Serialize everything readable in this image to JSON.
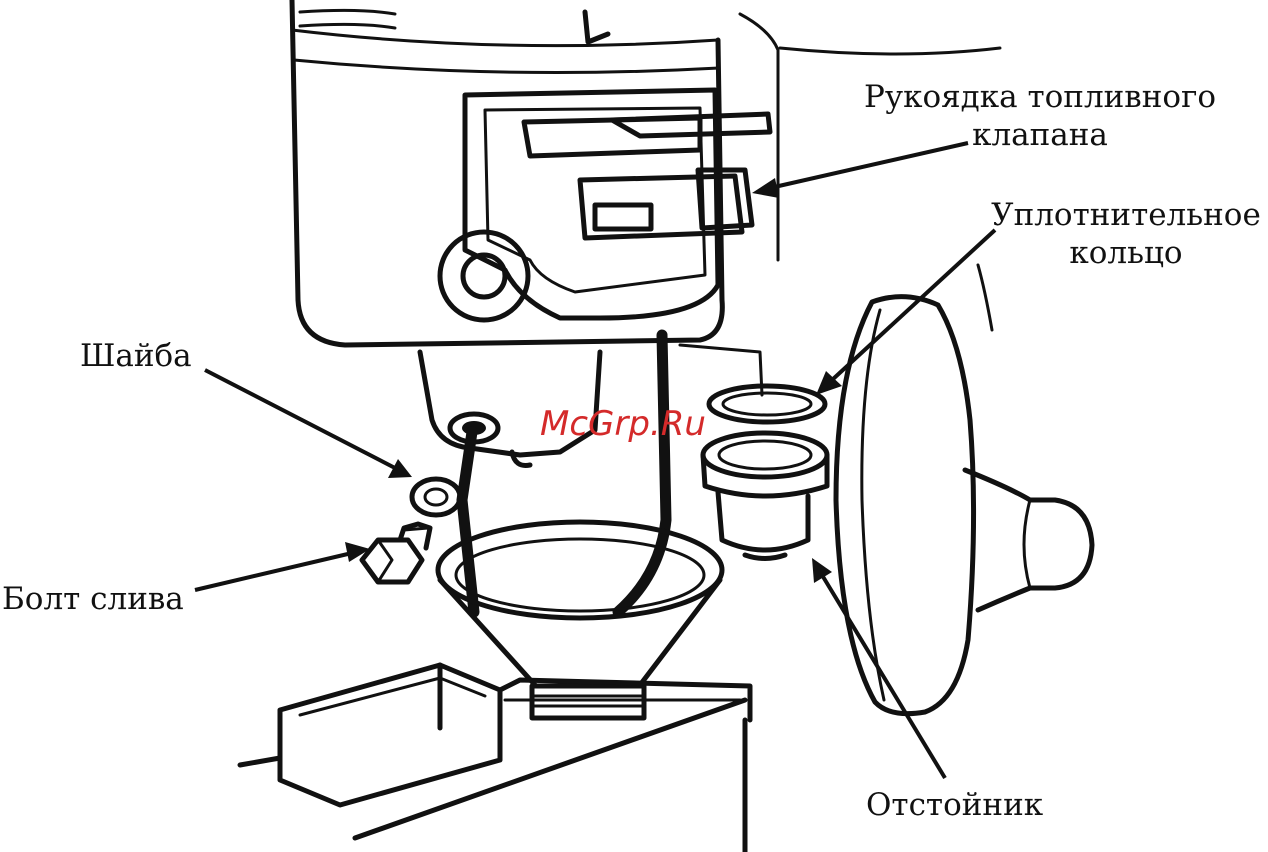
{
  "labels": {
    "fuel_valve_handle_line1": "Рукоядка топливного",
    "fuel_valve_handle_line2": "клапана",
    "sealing_ring_line1": "Уплотнительное",
    "sealing_ring_line2": "кольцо",
    "washer": "Шайба",
    "drain_bolt": "Болт слива",
    "sediment_cup": "Отстойник"
  },
  "watermark": "McGrp.Ru",
  "colors": {
    "ink": "#111111",
    "watermark": "#d42a2a",
    "background": "#ffffff"
  }
}
